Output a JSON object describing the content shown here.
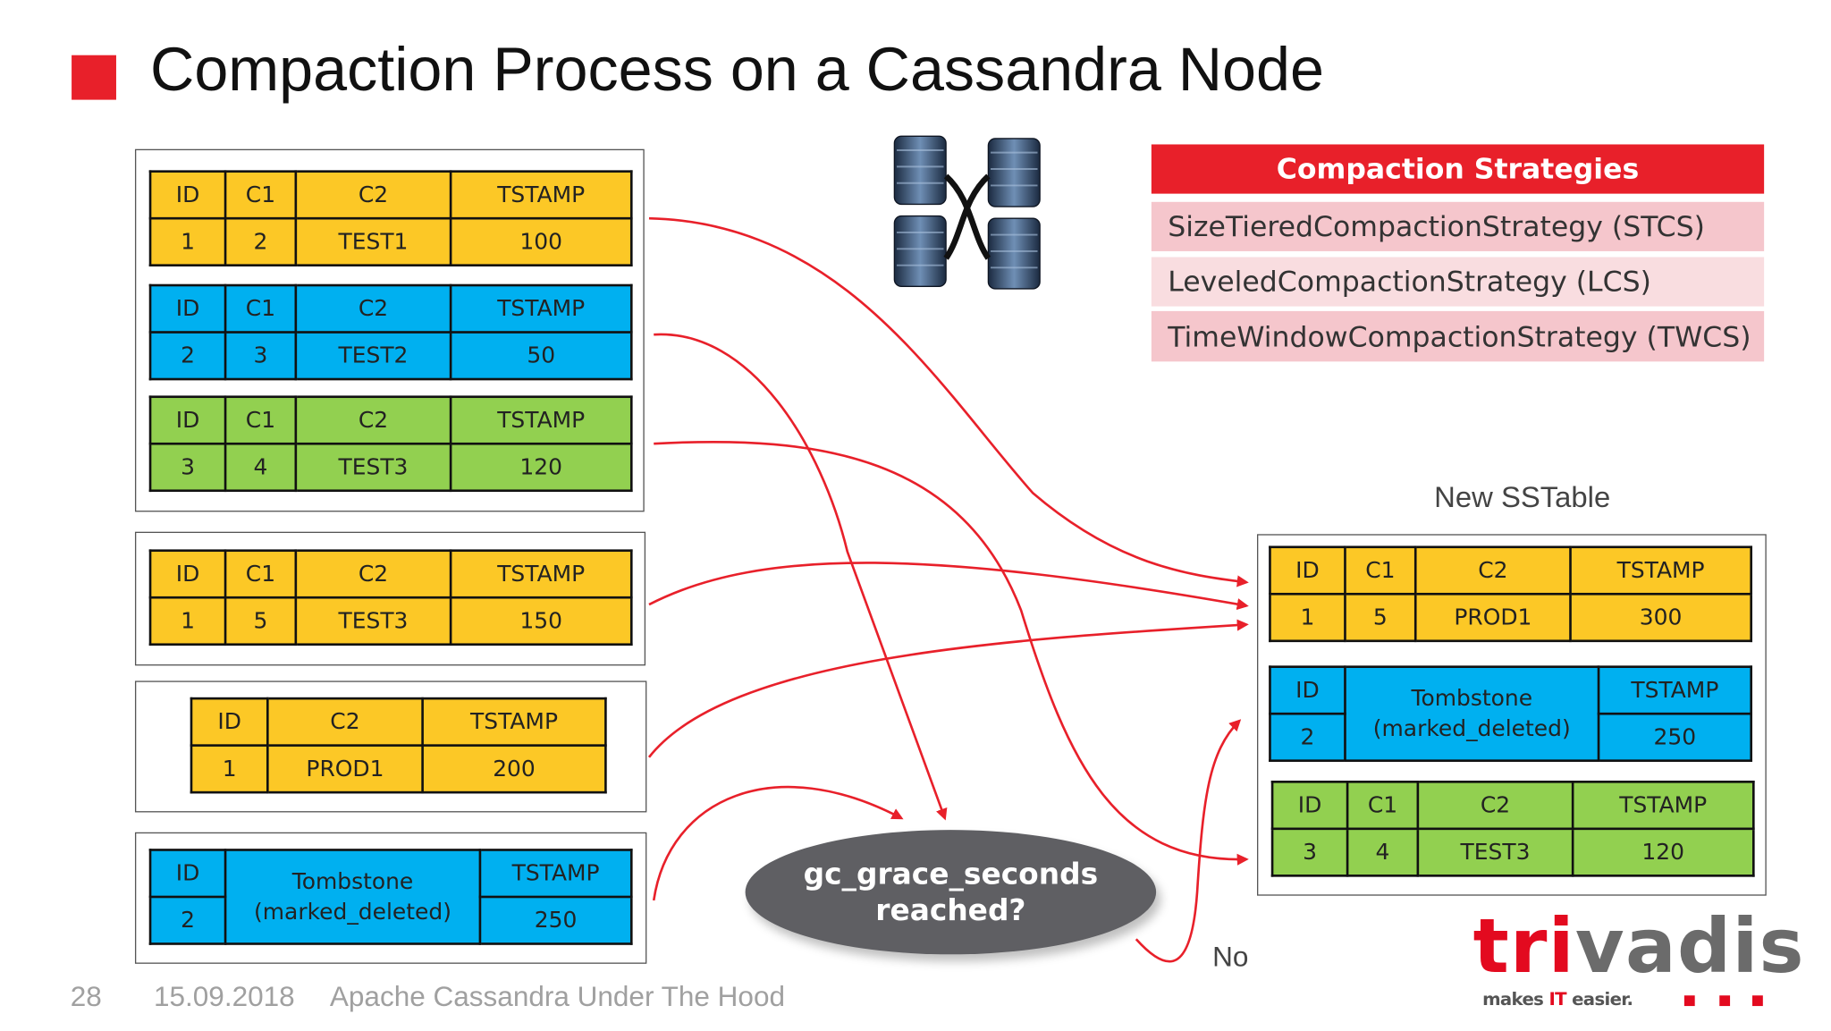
{
  "title": "Compaction Process on a Cassandra Node",
  "colors": {
    "accent": "#e8202a",
    "yellow": "#fcc826",
    "blue": "#00b0f0",
    "green": "#92d050",
    "arrow": "#e8202a",
    "decision": "#5f5f63"
  },
  "source_tables": [
    {
      "headers": [
        "ID",
        "C1",
        "C2",
        "TSTAMP"
      ],
      "row": [
        "1",
        "2",
        "TEST1",
        "100"
      ]
    },
    {
      "headers": [
        "ID",
        "C1",
        "C2",
        "TSTAMP"
      ],
      "row": [
        "2",
        "3",
        "TEST2",
        "50"
      ]
    },
    {
      "headers": [
        "ID",
        "C1",
        "C2",
        "TSTAMP"
      ],
      "row": [
        "3",
        "4",
        "TEST3",
        "120"
      ]
    },
    {
      "headers": [
        "ID",
        "C1",
        "C2",
        "TSTAMP"
      ],
      "row": [
        "1",
        "5",
        "TEST3",
        "150"
      ]
    },
    {
      "headers": [
        "ID",
        "C2",
        "TSTAMP"
      ],
      "row": [
        "1",
        "PROD1",
        "200"
      ]
    },
    {
      "headers": [
        "ID",
        "Tombstone (marked_deleted)",
        "TSTAMP"
      ],
      "row": [
        "2",
        "250"
      ]
    }
  ],
  "strategies": {
    "header": "Compaction Strategies",
    "items": [
      "SizeTieredCompactionStrategy (STCS)",
      "LeveledCompactionStrategy (LCS)",
      "TimeWindowCompactionStrategy (TWCS)"
    ]
  },
  "new_sstable": {
    "label": "New SSTable",
    "tables": [
      {
        "headers": [
          "ID",
          "C1",
          "C2",
          "TSTAMP"
        ],
        "row": [
          "1",
          "5",
          "PROD1",
          "300"
        ]
      },
      {
        "headers": [
          "ID",
          "Tombstone (marked_deleted)",
          "TSTAMP"
        ],
        "row": [
          "2",
          "250"
        ]
      },
      {
        "headers": [
          "ID",
          "C1",
          "C2",
          "TSTAMP"
        ],
        "row": [
          "3",
          "4",
          "TEST3",
          "120"
        ]
      }
    ]
  },
  "decision": {
    "line1": "gc_grace_seconds",
    "line2": "reached?",
    "no_label": "No"
  },
  "footer": {
    "page": "28",
    "date": "15.09.2018",
    "title": "Apache Cassandra Under The Hood"
  },
  "logo": {
    "text_red": "tri",
    "text_gray": "vadis",
    "tagline_pre": "makes ",
    "tagline_it": "IT",
    "tagline_post": " easier."
  },
  "icons": [
    "database-cluster-icon"
  ]
}
